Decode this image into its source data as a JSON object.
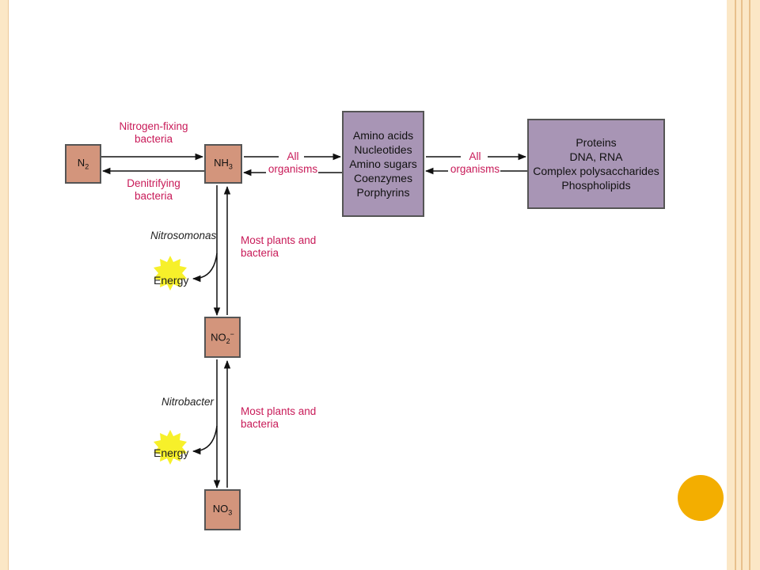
{
  "colors": {
    "brown_box": "#d3957c",
    "purple_box": "#a895b5",
    "red_label": "#c81a58",
    "sun": "#f7f02a",
    "accent_dot": "#f3ae00",
    "frame": "#fbe7c6"
  },
  "boxes": {
    "n2": {
      "main": "N",
      "sub": "2"
    },
    "nh3": {
      "main": "NH",
      "sub": "3"
    },
    "no2": {
      "main": "NO",
      "sub": "2",
      "sup": "−"
    },
    "no3": {
      "main": "NO",
      "sub": "3"
    },
    "monomers": [
      "Amino acids",
      "Nucleotides",
      "Amino sugars",
      "Coenzymes",
      "Porphyrins"
    ],
    "polymers": [
      "Proteins",
      "DNA, RNA",
      "Complex polysaccharides",
      "Phospholipids"
    ]
  },
  "labels": {
    "nitrogen_fixing": [
      "Nitrogen-fixing",
      "bacteria"
    ],
    "denitrifying": [
      "Denitrifying",
      "bacteria"
    ],
    "all_organisms_1": [
      "All",
      "organisms"
    ],
    "all_organisms_2": [
      "All",
      "organisms"
    ],
    "nitrosomonas": "Nitrosomonas",
    "nitrobacter": "Nitrobacter",
    "most_plants_1": [
      "Most plants and",
      "bacteria"
    ],
    "most_plants_2": [
      "Most plants and",
      "bacteria"
    ],
    "energy_1": "Energy",
    "energy_2": "Energy"
  }
}
